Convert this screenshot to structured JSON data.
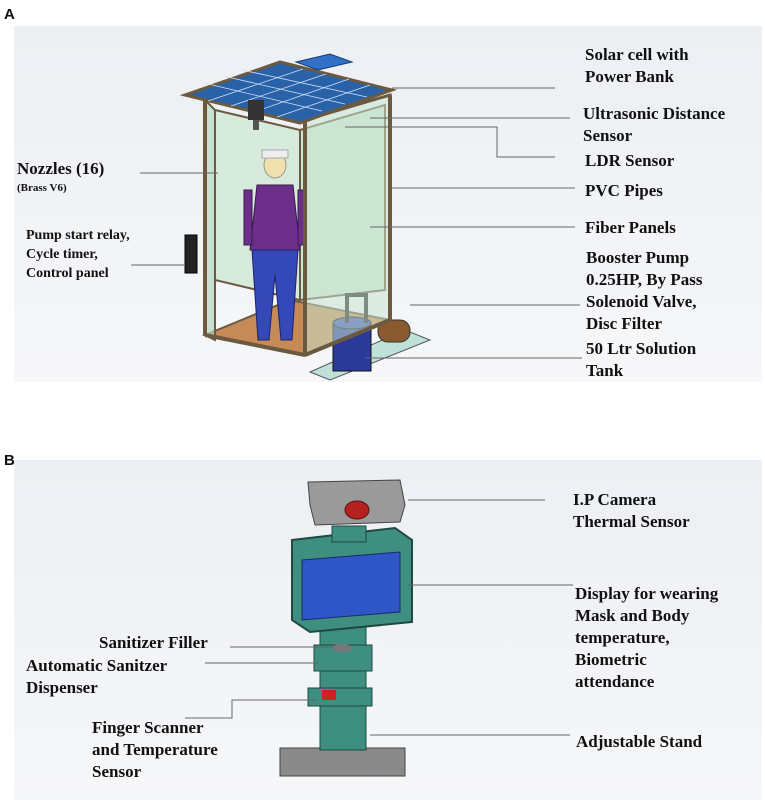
{
  "panel_a": {
    "letter": "A",
    "labels": {
      "solar": "Solar cell with\nPower Bank",
      "ultrasonic": "Ultrasonic Distance\nSensor",
      "ldr": "LDR Sensor",
      "pvc": "PVC Pipes",
      "fiber": "Fiber Panels",
      "booster": "Booster Pump\n0.25HP, By Pass\nSolenoid Valve,\nDisc Filter",
      "tank": "50 Ltr Solution\nTank",
      "nozzles": "Nozzles (16)",
      "nozzles_sub": "(Brass V6)",
      "pump_relay": "Pump start relay,\nCycle timer,\nControl panel"
    }
  },
  "panel_b": {
    "letter": "B",
    "labels": {
      "camera": "I.P Camera\nThermal Sensor",
      "display": "Display for wearing\nMask and Body\ntemperature,\nBiometric\nattendance",
      "stand": "Adjustable Stand",
      "filler": "Sanitizer Filler",
      "dispenser": "Automatic Sanitzer\nDispenser",
      "finger": "Finger Scanner\nand Temperature\nSensor"
    }
  },
  "colors": {
    "frame": "#6b5a40",
    "glass": "#c9e4d0",
    "solar": "#2a62a8",
    "shirt": "#6b2f8a",
    "pants": "#3548b8",
    "floor": "#c58a55",
    "tank": "#2c3a9a",
    "kiosk": "#3f8f80",
    "screen": "#2f56c6"
  }
}
